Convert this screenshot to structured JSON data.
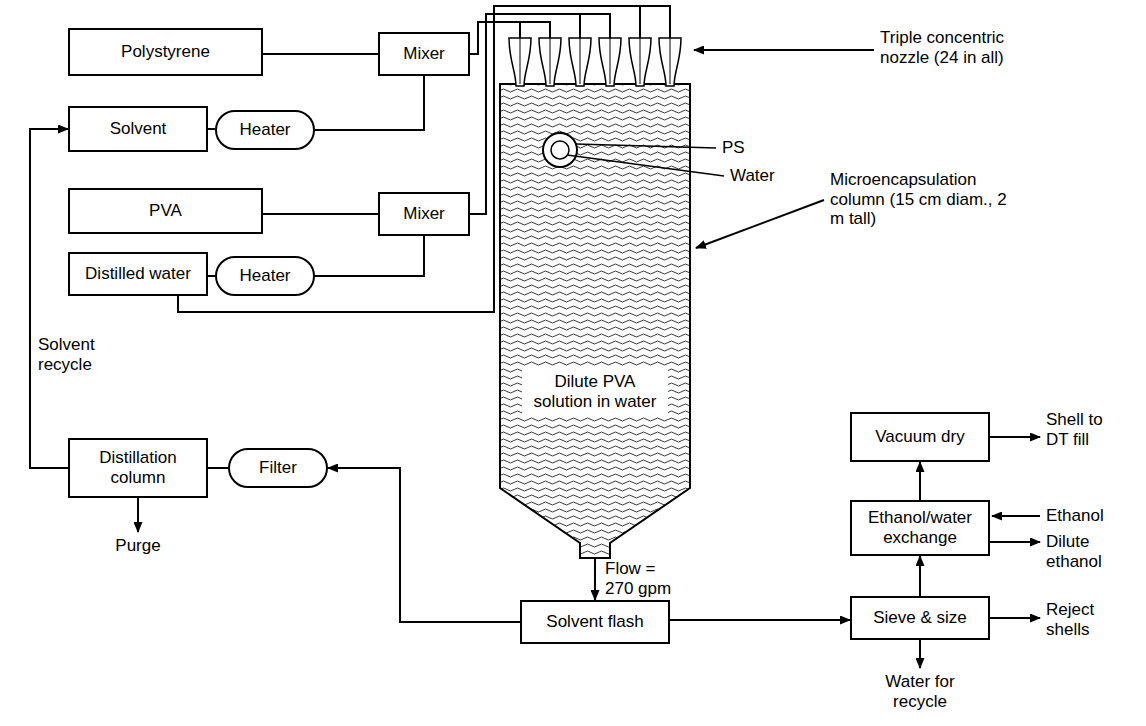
{
  "diagram": {
    "nodes": [
      {
        "text": [
          "Polystyrene"
        ]
      },
      {
        "text": [
          "Mixer"
        ]
      },
      {
        "text": [
          "Solvent"
        ]
      },
      {
        "text": [
          "Heater"
        ]
      },
      {
        "text": [
          "PVA"
        ]
      },
      {
        "text": [
          "Mixer"
        ]
      },
      {
        "text": [
          "Distilled water"
        ]
      },
      {
        "text": [
          "Heater"
        ]
      },
      {
        "text": [
          "Dilute PVA solution in water"
        ]
      },
      {
        "text": [
          "Distillation column"
        ]
      },
      {
        "text": [
          "Filter"
        ]
      },
      {
        "text": [
          "Vacuum dry"
        ]
      },
      {
        "text": [
          "Ethanol/water exchange"
        ]
      },
      {
        "text": [
          "Solvent flash"
        ]
      },
      {
        "text": [
          "Sieve & size"
        ]
      }
    ],
    "edges": [
      {
        "from": 0,
        "to": 1,
        "arrow": "none"
      },
      {
        "from": 2,
        "to": 3,
        "arrow": "none"
      },
      {
        "from": 3,
        "to": 1,
        "arrow": "none"
      },
      {
        "from": 4,
        "to": 5,
        "arrow": "none"
      },
      {
        "from": 6,
        "to": 7,
        "arrow": "none"
      },
      {
        "from": 7,
        "to": 5,
        "arrow": "none"
      },
      {
        "from": 1,
        "to": 8,
        "arrow": "none"
      },
      {
        "from": 5,
        "to": 8,
        "arrow": "none"
      },
      {
        "from": 6,
        "to": 8,
        "arrow": "none"
      },
      {
        "from": 8,
        "to": 13,
        "label": "Flow = 270 gpm",
        "arrow": "to"
      },
      {
        "from": 13,
        "to": 10,
        "arrow": "to"
      },
      {
        "from": 10,
        "to": 9,
        "arrow": "none"
      },
      {
        "from": 9,
        "to": 2,
        "label": "Solvent recycle",
        "arrow": "to"
      },
      {
        "from": 13,
        "to": 14,
        "arrow": "to"
      },
      {
        "from": 14,
        "to": 12,
        "arrow": "to"
      },
      {
        "from": 12,
        "to": 11,
        "arrow": "to"
      }
    ],
    "labels": [
      "Triple concentric nozzle (24 in all)",
      "PS",
      "Water",
      "Microencapsulation column (15 cm diam., 2 m tall)",
      "Purge",
      "Shell to DT fill",
      "Ethanol",
      "Dilute ethanol",
      "Reject shells",
      "Water for recycle"
    ]
  }
}
